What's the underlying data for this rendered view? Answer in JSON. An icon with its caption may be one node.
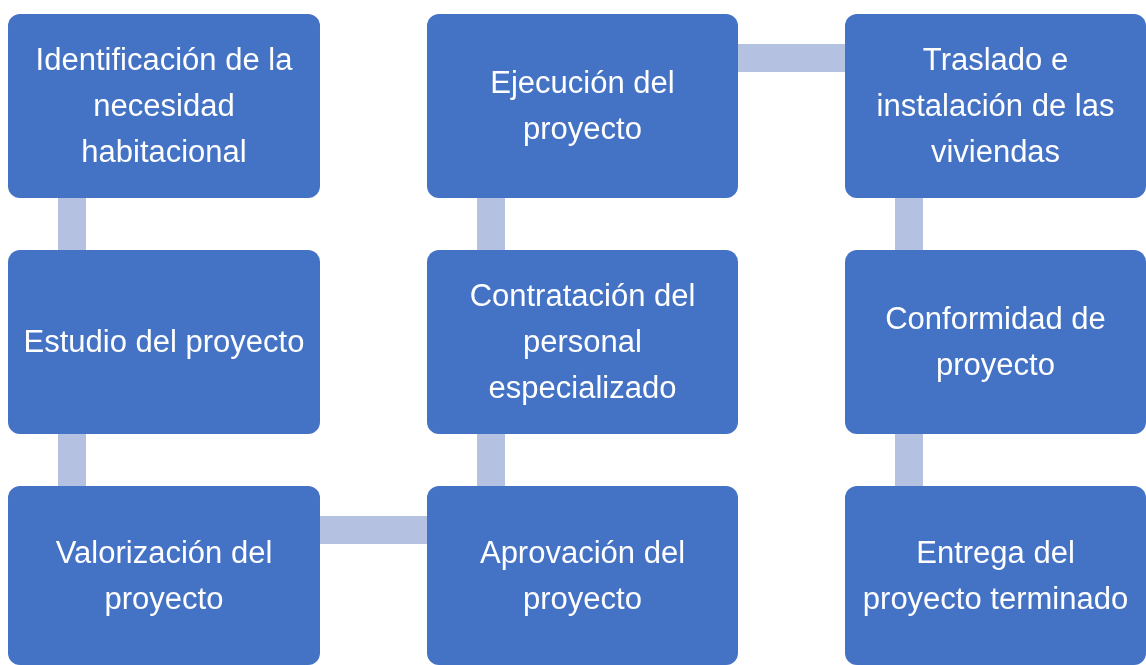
{
  "diagram": {
    "nodes": [
      {
        "text": [
          "Identificación de la necesidad habitacional"
        ]
      },
      {
        "text": [
          "Ejecución del proyecto"
        ]
      },
      {
        "text": [
          "Traslado e instalación de las viviendas"
        ]
      },
      {
        "text": [
          "Estudio del proyecto"
        ]
      },
      {
        "text": [
          "Contratación del personal especializado"
        ]
      },
      {
        "text": [
          "Conformidad de proyecto"
        ]
      },
      {
        "text": [
          "Valorización del proyecto"
        ]
      },
      {
        "text": [
          "Aprovación del proyecto"
        ]
      },
      {
        "text": [
          "Entrega del proyecto terminado"
        ]
      }
    ],
    "edges": [
      {
        "from": 0,
        "to": 3,
        "arrow": "none"
      },
      {
        "from": 3,
        "to": 6,
        "arrow": "none"
      },
      {
        "from": 6,
        "to": 7,
        "arrow": "none"
      },
      {
        "from": 7,
        "to": 4,
        "arrow": "none"
      },
      {
        "from": 4,
        "to": 1,
        "arrow": "none"
      },
      {
        "from": 1,
        "to": 2,
        "arrow": "none"
      },
      {
        "from": 2,
        "to": 5,
        "arrow": "none"
      },
      {
        "from": 5,
        "to": 8,
        "arrow": "none"
      }
    ]
  }
}
